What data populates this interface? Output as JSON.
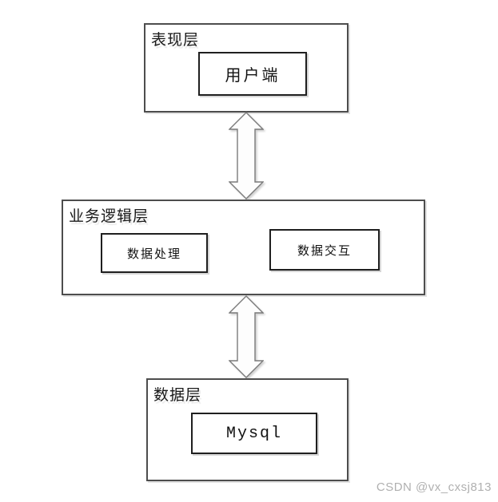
{
  "diagram": {
    "type": "three-tier-architecture",
    "layers": [
      {
        "label": "表现层",
        "children": [
          {
            "label": "用户端"
          }
        ]
      },
      {
        "label": "业务逻辑层",
        "children": [
          {
            "label": "数据处理"
          },
          {
            "label": "数据交互"
          }
        ]
      },
      {
        "label": "数据层",
        "children": [
          {
            "label": "Mysql"
          }
        ]
      }
    ],
    "connectors": [
      {
        "name": "presentation-to-business",
        "style": "double-headed-vertical-block-arrow"
      },
      {
        "name": "business-to-data",
        "style": "double-headed-vertical-block-arrow"
      }
    ],
    "colors": {
      "layer_border": "#4d4d4d",
      "node_border": "#1f1f1f",
      "arrow_fill": "#fdfdfd",
      "arrow_stroke": "#7a7a7a",
      "watermark_text": "#b0b0b0"
    }
  },
  "watermark": {
    "text": "CSDN @vx_cxsj813"
  }
}
